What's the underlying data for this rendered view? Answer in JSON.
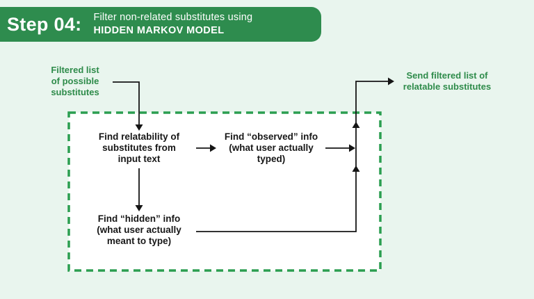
{
  "header": {
    "step": "Step 04:",
    "line1": "Filter non-related substitutes using",
    "line2": "HIDDEN MARKOV MODEL"
  },
  "diagram": {
    "input_label": "Filtered list\nof possible\nsubstitutes",
    "output_label": "Send filtered list of\nrelatable substitutes",
    "node_relatability": "Find relatability of\nsubstitutes from\ninput text",
    "node_observed": "Find “observed” info\n(what user actually\ntyped)",
    "node_hidden": "Find “hidden” info\n(what user actually\nmeant to type)",
    "edges": [
      "Filtered list of possible substitutes -> Find relatability of substitutes from input text",
      "Find relatability of substitutes from input text -> Find observed info",
      "Find relatability of substitutes from input text -> Find hidden info",
      "Find observed info -> output channel",
      "Find hidden info -> output channel",
      "output channel -> Send filtered list of relatable substitutes"
    ]
  },
  "colors": {
    "badge_green": "#2e8c4e",
    "label_green": "#2e8b4a",
    "dash_green": "#2b9e50",
    "background_mint": "#e9f5ee",
    "box_fill": "#ffffff",
    "line_black": "#151515"
  }
}
